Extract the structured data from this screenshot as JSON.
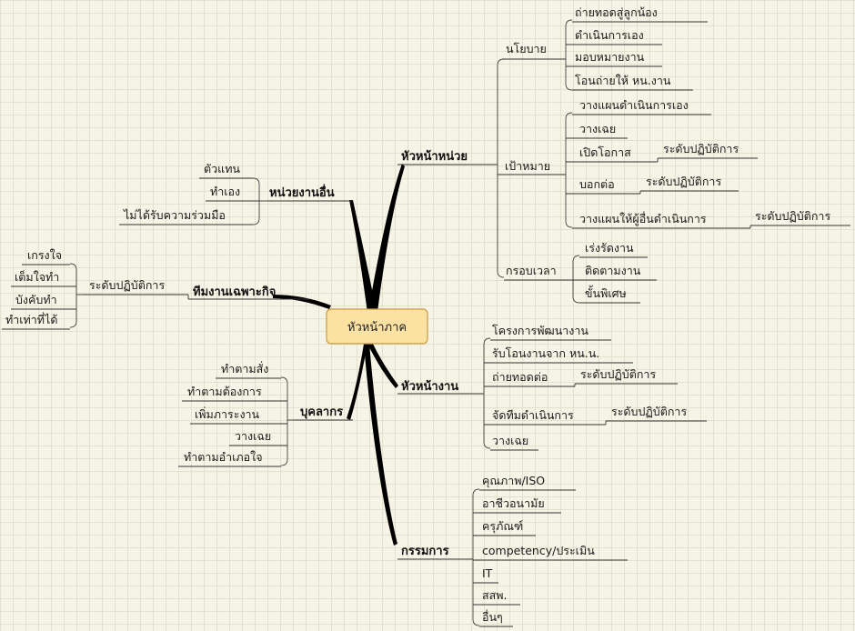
{
  "center": {
    "label": "หัวหน้าภาค"
  },
  "colors": {
    "branch": "#000000",
    "center_fill": "#fbe2a2",
    "center_stroke": "#c99a44",
    "line": "#333333"
  },
  "branches": {
    "unit_head": {
      "label": "หัวหน้าหน่วย",
      "policy": {
        "label": "นโยบาย",
        "items": [
          "ถ่ายทอดสู่ลูกน้อง",
          "ดำเนินการเอง",
          "มอบหมายงาน",
          "โอนถ่ายให้ หน.งาน"
        ]
      },
      "goal": {
        "label": "เป้าหมาย",
        "items": [
          "วางแผนดำเนินการเอง",
          "วางเฉย",
          "เปิดโอกาส",
          "บอกต่อ",
          "วางแผนให้ผู้อื่นดำเนินการ"
        ],
        "sub_level": "ระดับปฏิบัติการ"
      },
      "timeframe": {
        "label": "กรอบเวลา",
        "items": [
          "เร่งรัดงาน",
          "ติดตามงาน",
          "ขั้นพิเศษ"
        ]
      }
    },
    "other_agency": {
      "label": "หน่วยงานอื่น",
      "items": [
        "ตัวแทน",
        "ทำเอง",
        "ไม่ได้รับความร่วมมือ"
      ]
    },
    "special_team": {
      "label": "ทีมงานเฉพาะกิจ",
      "level": "ระดับปฏิบัติการ",
      "items": [
        "เกรงใจ",
        "เต็มใจทำ",
        "บังคับทำ",
        "ทำเท่าที่ได้"
      ]
    },
    "personnel": {
      "label": "บุคลากร",
      "items": [
        "ทำตามสั่ง",
        "ทำตามต้องการ",
        "เพิ่มภาระงาน",
        "วางเฉย",
        "ทำตามอำเภอใจ"
      ]
    },
    "work_head": {
      "label": "หัวหน้างาน",
      "items": [
        "โครงการพัฒนางาน",
        "รับโอนงานจาก หน.น.",
        "ถ่ายทอดต่อ",
        "จัดทีมดำเนินการ",
        "วางเฉย"
      ],
      "sub_level": "ระดับปฏิบัติการ"
    },
    "committee": {
      "label": "กรรมการ",
      "items": [
        "คุณภาพ/ISO",
        "อาชีวอนามัย",
        "ครุภัณฑ์",
        "competency/ประเมิน",
        "IT",
        "สสพ.",
        "อื่นๆ"
      ]
    }
  }
}
